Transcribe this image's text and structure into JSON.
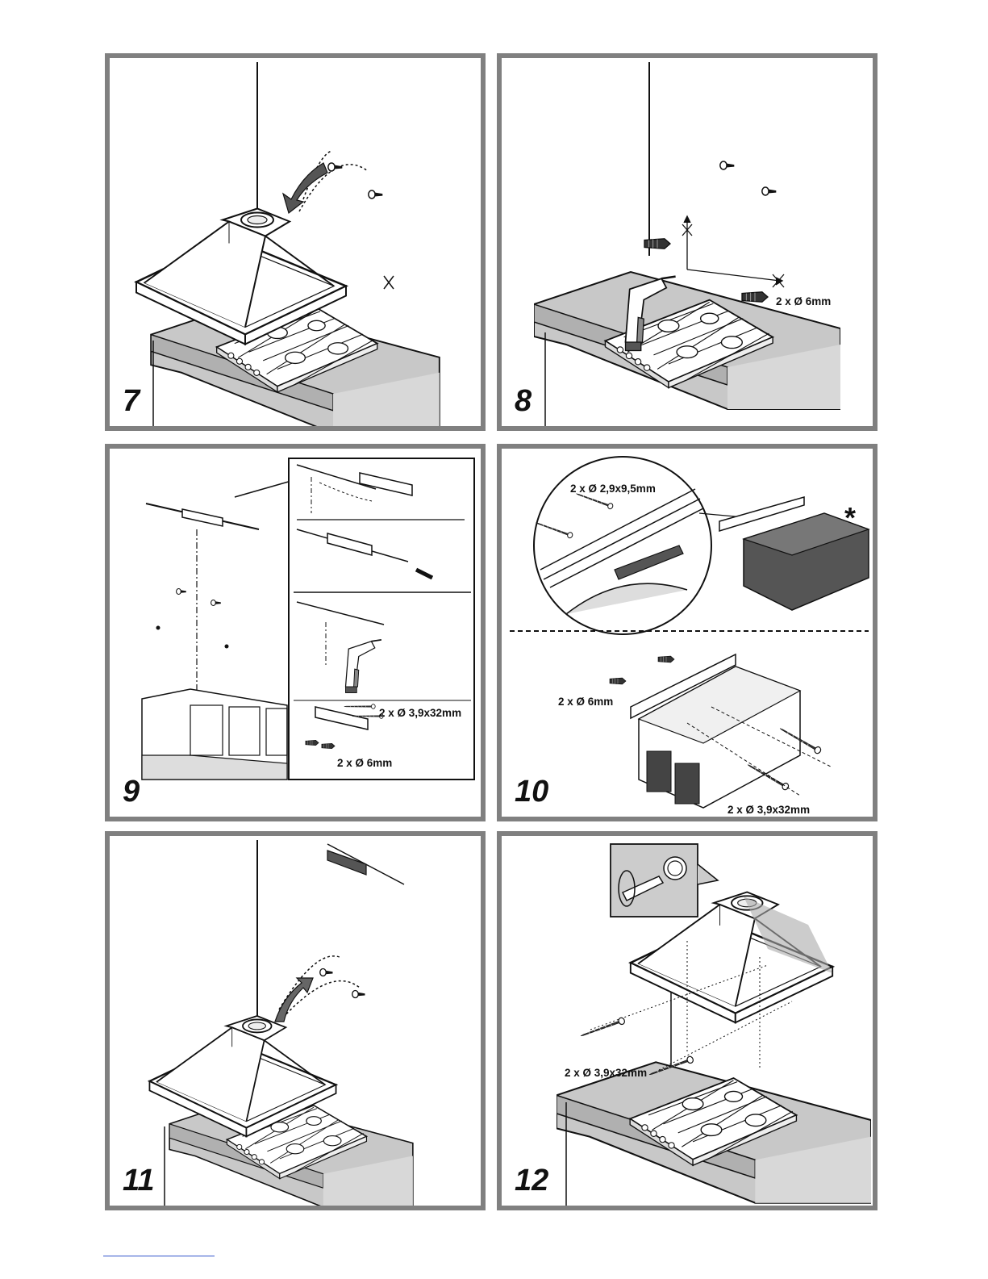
{
  "panels": [
    {
      "step": "7",
      "icons": [
        "recirculation-icon",
        "ducted-extraction-icon"
      ],
      "labels": []
    },
    {
      "step": "8",
      "icons": [
        "recirculation-icon",
        "ducted-extraction-icon"
      ],
      "labels": [
        "2 x Ø 6mm"
      ]
    },
    {
      "step": "9",
      "icons": [
        "recirculation-icon",
        "ducted-extraction-icon"
      ],
      "labels": [
        "2 x Ø 3,9x32mm",
        "2 x Ø 6mm"
      ]
    },
    {
      "step": "10",
      "icons": [
        "recirculation-icon"
      ],
      "labels": [
        "2 x Ø 2,9x9,5mm",
        "*",
        "2 x Ø 6mm",
        "2 x Ø 3,9x32mm"
      ]
    },
    {
      "step": "11",
      "icons": [
        "recirculation-icon",
        "ducted-extraction-icon"
      ],
      "labels": []
    },
    {
      "step": "12",
      "icons": [
        "recirculation-icon",
        "ducted-extraction-icon"
      ],
      "labels": [
        "2 x Ø 3,9x32mm"
      ]
    }
  ]
}
